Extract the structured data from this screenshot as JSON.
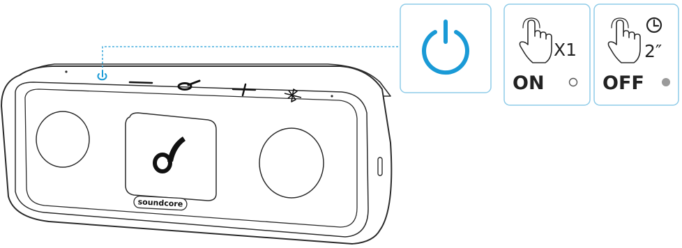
{
  "colors": {
    "accent": "#1a9ad6",
    "outline": "#2a2a2a",
    "panel_border": "#8ecbe8",
    "indicator_gray": "#9a9a9a"
  },
  "power_panel": {
    "icon": "power-icon"
  },
  "on_panel": {
    "icon": "hand-press-icon",
    "count": "X1",
    "label": "ON",
    "indicator_icon": "hollow-circle-icon"
  },
  "off_panel": {
    "icon": "hand-press-icon",
    "timer_icon": "clock-icon",
    "duration": "2″",
    "label": "OFF",
    "indicator_icon": "filled-circle-icon"
  },
  "speaker": {
    "brand_logo_text": "soundcore",
    "buttons": [
      "power-icon",
      "volume-down-icon",
      "play-pause-icon",
      "volume-up-icon",
      "bluetooth-icon"
    ]
  }
}
